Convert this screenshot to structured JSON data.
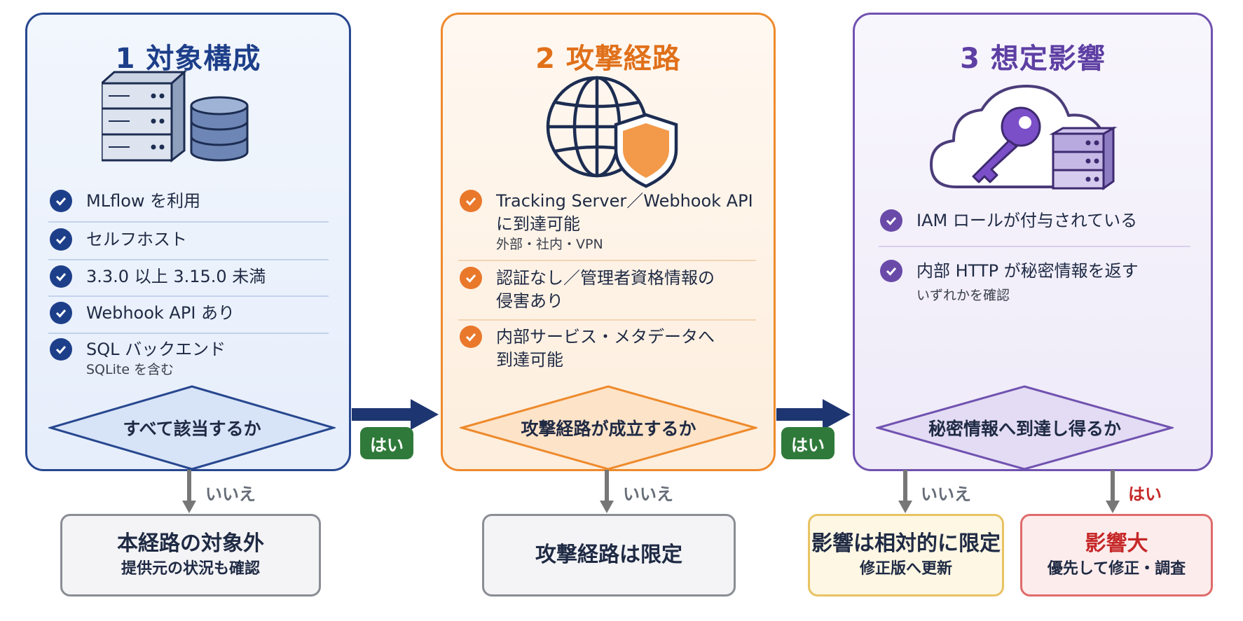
{
  "panels": {
    "target": {
      "title": "1  対象構成",
      "items": [
        {
          "label": "MLflow を利用"
        },
        {
          "label": "セルフホスト"
        },
        {
          "label": "3.3.0 以上 3.15.0 未満"
        },
        {
          "label": "Webhook API あり"
        },
        {
          "label": "SQL バックエンド",
          "sub": "SQLite を含む"
        }
      ],
      "decision": "すべて該当するか",
      "no_label": "いいえ",
      "result": {
        "main": "本経路の対象外",
        "sub": "提供元の状況も確認"
      }
    },
    "attack": {
      "title": "2  攻撃経路",
      "items": [
        {
          "line1": "Tracking Server／Webhook API",
          "line2": "に到達可能",
          "sub": "外部・社内・VPN"
        },
        {
          "line1": "認証なし／管理者資格情報の",
          "line2": "侵害あり"
        },
        {
          "line1": "内部サービス・メタデータへ",
          "line2": "到達可能"
        }
      ],
      "decision": "攻撃経路が成立するか",
      "no_label": "いいえ",
      "result": {
        "main": "攻撃経路は限定"
      }
    },
    "impact": {
      "title": "3  想定影響",
      "items": [
        {
          "label": "IAM ロールが付与されている"
        },
        {
          "label": "内部 HTTP が秘密情報を返す"
        }
      ],
      "note": "いずれかを確認",
      "decision": "秘密情報へ到達し得るか",
      "no_label": "いいえ",
      "yes_label": "はい",
      "result_no": {
        "main": "影響は相対的に限定",
        "sub": "修正版へ更新"
      },
      "result_yes": {
        "main": "影響大",
        "sub": "優先して修正・調査"
      }
    }
  },
  "connectors": {
    "yes_1": "はい",
    "yes_2": "はい"
  },
  "icons": [
    "server-icon",
    "database-icon",
    "globe-icon",
    "shield-icon",
    "cloud-icon",
    "key-icon",
    "check-icon",
    "arrow-right-icon",
    "arrow-down-icon"
  ],
  "colors": {
    "blue": "#1d3f8a",
    "orange": "#e9782b",
    "purple": "#6a4aa8",
    "green": "#2f7a3a",
    "red": "#c62828"
  }
}
